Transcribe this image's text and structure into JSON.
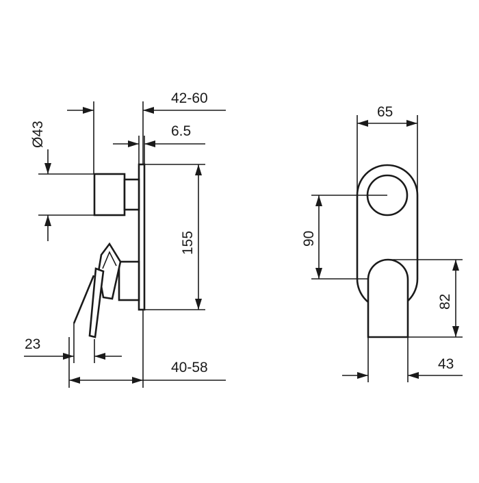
{
  "dimensions": {
    "overall_depth": "42-60",
    "plate_thickness": "6.5",
    "spout_diameter": "Ø43",
    "plate_height": "155",
    "lever_offset": "23",
    "body_depth": "40-58",
    "plate_width": "65",
    "center_distance": "90",
    "lever_height": "82",
    "lever_width": "43"
  }
}
